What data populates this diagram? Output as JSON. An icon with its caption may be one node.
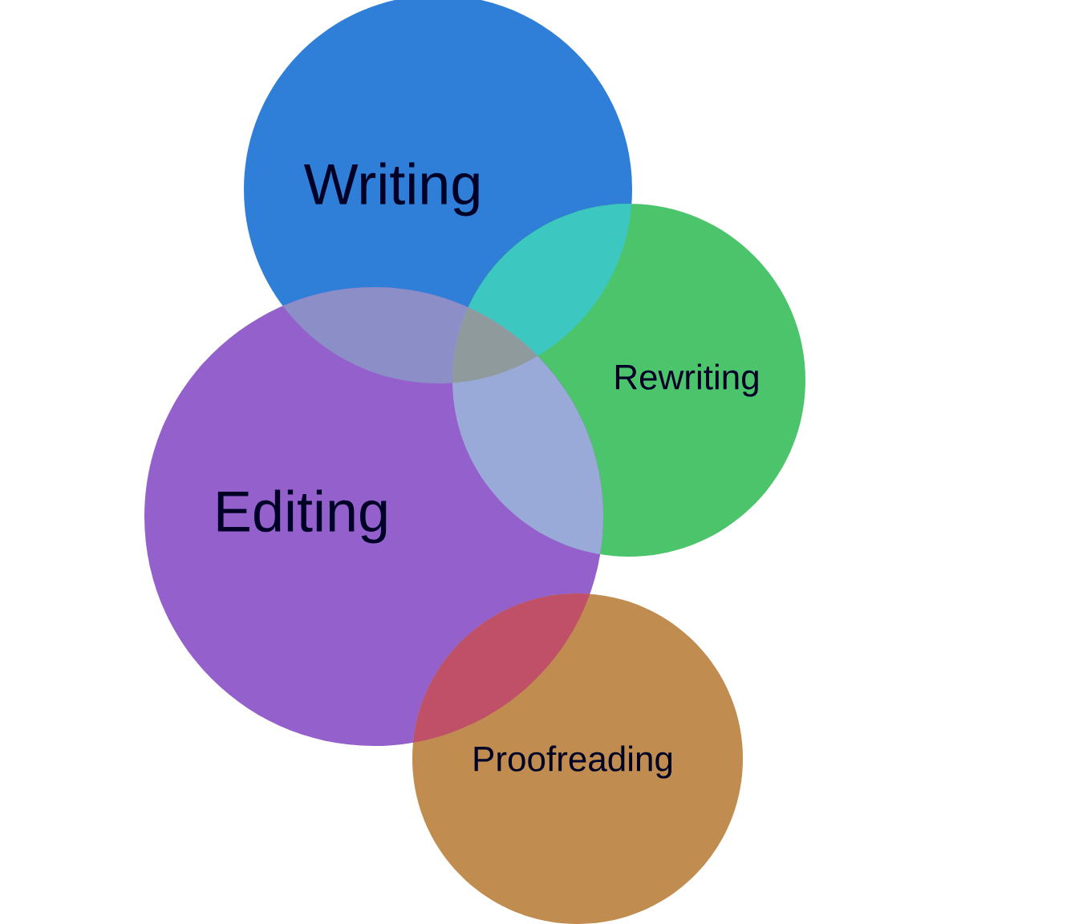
{
  "diagram": {
    "nodes": [
      {
        "text": [
          "Writing"
        ]
      },
      {
        "text": [
          "Rewriting"
        ]
      },
      {
        "text": [
          "Editing"
        ]
      },
      {
        "text": [
          "Proofreading"
        ]
      }
    ]
  }
}
